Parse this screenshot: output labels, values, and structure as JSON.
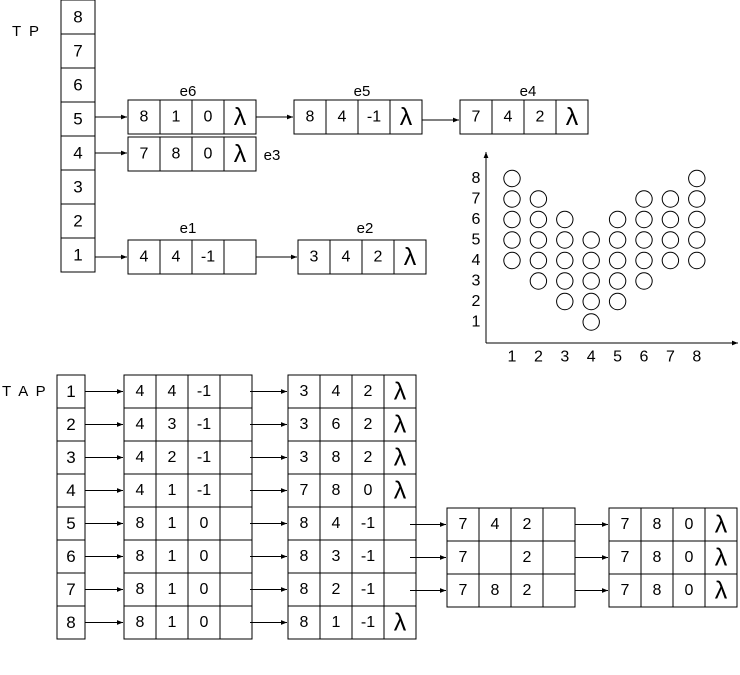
{
  "tp": {
    "label": "T P",
    "cells": [
      "8",
      "7",
      "6",
      "5",
      "4",
      "3",
      "2",
      "1"
    ]
  },
  "records": [
    {
      "id": "e6",
      "name": "e6",
      "values": [
        "8",
        "1",
        "0",
        "λ"
      ]
    },
    {
      "id": "e5",
      "name": "e5",
      "values": [
        "8",
        "4",
        "-1",
        "λ"
      ]
    },
    {
      "id": "e4",
      "name": "e4",
      "values": [
        "7",
        "4",
        "2",
        "λ"
      ]
    },
    {
      "id": "e3",
      "name": "e3",
      "values": [
        "7",
        "8",
        "0",
        "λ"
      ]
    },
    {
      "id": "e1",
      "name": "e1",
      "values": [
        "4",
        "4",
        "-1",
        ""
      ]
    },
    {
      "id": "e2",
      "name": "e2",
      "values": [
        "3",
        "4",
        "2",
        "λ"
      ]
    }
  ],
  "tap": {
    "label": "T A P",
    "index": [
      "1",
      "2",
      "3",
      "4",
      "5",
      "6",
      "7",
      "8"
    ],
    "col1": [
      [
        "4",
        "4",
        "-1",
        ""
      ],
      [
        "4",
        "3",
        "-1",
        ""
      ],
      [
        "4",
        "2",
        "-1",
        ""
      ],
      [
        "4",
        "1",
        "-1",
        ""
      ],
      [
        "8",
        "1",
        "0",
        ""
      ],
      [
        "8",
        "1",
        "0",
        ""
      ],
      [
        "8",
        "1",
        "0",
        ""
      ],
      [
        "8",
        "1",
        "0",
        ""
      ]
    ],
    "col2": [
      [
        "3",
        "4",
        "2",
        "λ"
      ],
      [
        "3",
        "6",
        "2",
        "λ"
      ],
      [
        "3",
        "8",
        "2",
        "λ"
      ],
      [
        "7",
        "8",
        "0",
        "λ"
      ],
      [
        "8",
        "4",
        "-1",
        ""
      ],
      [
        "8",
        "3",
        "-1",
        ""
      ],
      [
        "8",
        "2",
        "-1",
        ""
      ],
      [
        "8",
        "1",
        "-1",
        "λ"
      ]
    ],
    "col3": [
      [
        "7",
        "4",
        "2",
        ""
      ],
      [
        "7",
        "",
        "2",
        ""
      ],
      [
        "7",
        "8",
        "2",
        ""
      ]
    ],
    "col4": [
      [
        "7",
        "8",
        "0",
        "λ"
      ],
      [
        "7",
        "8",
        "0",
        "λ"
      ],
      [
        "7",
        "8",
        "0",
        "λ"
      ]
    ]
  },
  "plot": {
    "x_ticks": [
      "1",
      "2",
      "3",
      "4",
      "5",
      "6",
      "7",
      "8"
    ],
    "y_ticks": [
      "1",
      "2",
      "3",
      "4",
      "5",
      "6",
      "7",
      "8"
    ],
    "columns": [
      {
        "x": 1,
        "y": [
          4,
          5,
          6,
          7,
          8
        ]
      },
      {
        "x": 2,
        "y": [
          3,
          4,
          5,
          6,
          7
        ]
      },
      {
        "x": 3,
        "y": [
          2,
          3,
          4,
          5,
          6
        ]
      },
      {
        "x": 4,
        "y": [
          1,
          2,
          3,
          4,
          5
        ]
      },
      {
        "x": 5,
        "y": [
          2,
          3,
          4,
          5,
          6
        ]
      },
      {
        "x": 6,
        "y": [
          3,
          4,
          5,
          6,
          7
        ]
      },
      {
        "x": 7,
        "y": [
          4,
          5,
          6,
          7
        ]
      },
      {
        "x": 8,
        "y": [
          4,
          5,
          6,
          7,
          8
        ]
      }
    ]
  }
}
